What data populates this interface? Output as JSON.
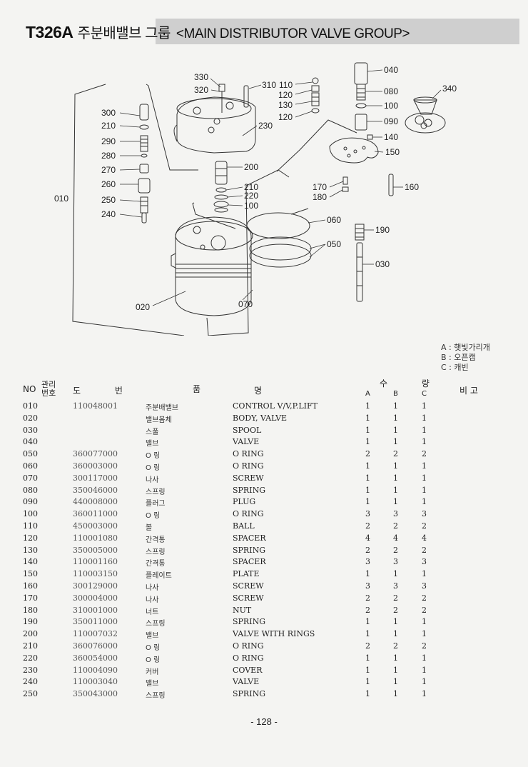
{
  "header": {
    "code": "T326A",
    "title_ko": "주분배밸브 그룹",
    "title_en": "<MAIN DISTRIBUTOR VALVE GROUP>"
  },
  "callouts": {
    "c330": "330",
    "c320": "320",
    "c310": "310",
    "c110": "110",
    "c120a": "120",
    "c130": "130",
    "c120b": "120",
    "c040": "040",
    "c080": "080",
    "c100a": "100",
    "c090": "090",
    "c140": "140",
    "c150": "150",
    "c340": "340",
    "c300": "300",
    "c210a": "210",
    "c290": "290",
    "c280": "280",
    "c270": "270",
    "c260": "260",
    "c250": "250",
    "c240": "240",
    "c010": "010",
    "c230": "230",
    "c200": "200",
    "c210b": "210",
    "c220": "220",
    "c100b": "100",
    "c170": "170",
    "c180": "180",
    "c160": "160",
    "c060": "060",
    "c190": "190",
    "c050": "050",
    "c030": "030",
    "c020": "020",
    "c070": "070"
  },
  "legend": {
    "a": "A : 햇빛가리개",
    "b": "B : 오픈캡",
    "c": "C : 캐빈"
  },
  "table": {
    "headers": {
      "no": "NO",
      "mgmt_top": "관리",
      "mgmt_bottom": "번호",
      "drawing": "도 번",
      "item": "품",
      "name": "명",
      "qty": "수 량",
      "col_a": "A",
      "col_b": "B",
      "col_c": "C",
      "remarks": "비 고"
    },
    "rows": [
      {
        "no": "010",
        "part": "110048001",
        "ko": "주분배밸브",
        "en": "CONTROL V/V,P.LIFT",
        "a": "1",
        "b": "1",
        "c": "1"
      },
      {
        "no": "020",
        "part": "",
        "ko": "밸브몸체",
        "en": "BODY, VALVE",
        "a": "1",
        "b": "1",
        "c": "1"
      },
      {
        "no": "030",
        "part": "",
        "ko": "스풀",
        "en": "SPOOL",
        "a": "1",
        "b": "1",
        "c": "1"
      },
      {
        "no": "040",
        "part": "",
        "ko": "밸브",
        "en": "VALVE",
        "a": "1",
        "b": "1",
        "c": "1"
      },
      {
        "no": "050",
        "part": "360077000",
        "ko": "O 링",
        "en": "O RING",
        "a": "2",
        "b": "2",
        "c": "2"
      },
      {
        "no": "060",
        "part": "360003000",
        "ko": "O 링",
        "en": "O RING",
        "a": "1",
        "b": "1",
        "c": "1"
      },
      {
        "no": "070",
        "part": "300117000",
        "ko": "나사",
        "en": "SCREW",
        "a": "1",
        "b": "1",
        "c": "1"
      },
      {
        "no": "080",
        "part": "350046000",
        "ko": "스프링",
        "en": "SPRING",
        "a": "1",
        "b": "1",
        "c": "1"
      },
      {
        "no": "090",
        "part": "440008000",
        "ko": "플러그",
        "en": "PLUG",
        "a": "1",
        "b": "1",
        "c": "1"
      },
      {
        "no": "100",
        "part": "360011000",
        "ko": "O 링",
        "en": "O RING",
        "a": "3",
        "b": "3",
        "c": "3"
      },
      {
        "no": "110",
        "part": "450003000",
        "ko": "볼",
        "en": "BALL",
        "a": "2",
        "b": "2",
        "c": "2"
      },
      {
        "no": "120",
        "part": "110001080",
        "ko": "간격통",
        "en": "SPACER",
        "a": "4",
        "b": "4",
        "c": "4"
      },
      {
        "no": "130",
        "part": "350005000",
        "ko": "스프링",
        "en": "SPRING",
        "a": "2",
        "b": "2",
        "c": "2"
      },
      {
        "no": "140",
        "part": "110001160",
        "ko": "간격통",
        "en": "SPACER",
        "a": "3",
        "b": "3",
        "c": "3"
      },
      {
        "no": "150",
        "part": "110003150",
        "ko": "플레이트",
        "en": "PLATE",
        "a": "1",
        "b": "1",
        "c": "1"
      },
      {
        "no": "160",
        "part": "300129000",
        "ko": "나사",
        "en": "SCREW",
        "a": "3",
        "b": "3",
        "c": "3"
      },
      {
        "no": "170",
        "part": "300004000",
        "ko": "나사",
        "en": "SCREW",
        "a": "2",
        "b": "2",
        "c": "2"
      },
      {
        "no": "180",
        "part": "310001000",
        "ko": "너트",
        "en": "NUT",
        "a": "2",
        "b": "2",
        "c": "2"
      },
      {
        "no": "190",
        "part": "350011000",
        "ko": "스프링",
        "en": "SPRING",
        "a": "1",
        "b": "1",
        "c": "1"
      },
      {
        "no": "200",
        "part": "110007032",
        "ko": "밸브",
        "en": "VALVE WITH RINGS",
        "a": "1",
        "b": "1",
        "c": "1"
      },
      {
        "no": "210",
        "part": "360076000",
        "ko": "O 링",
        "en": "O RING",
        "a": "2",
        "b": "2",
        "c": "2"
      },
      {
        "no": "220",
        "part": "360054000",
        "ko": "O 링",
        "en": "O RING",
        "a": "1",
        "b": "1",
        "c": "1"
      },
      {
        "no": "230",
        "part": "110004090",
        "ko": "커버",
        "en": "COVER",
        "a": "1",
        "b": "1",
        "c": "1"
      },
      {
        "no": "240",
        "part": "110003040",
        "ko": "밸브",
        "en": "VALVE",
        "a": "1",
        "b": "1",
        "c": "1"
      },
      {
        "no": "250",
        "part": "350043000",
        "ko": "스프링",
        "en": "SPRING",
        "a": "1",
        "b": "1",
        "c": "1"
      }
    ]
  },
  "footer": {
    "page": "- 128 -"
  }
}
